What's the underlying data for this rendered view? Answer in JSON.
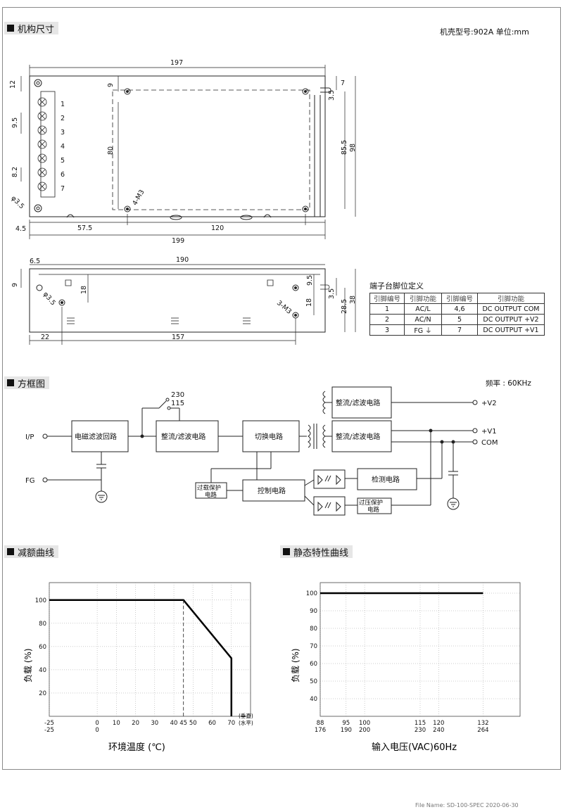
{
  "sections": {
    "mech": "机构尺寸",
    "block": "方框图",
    "derating": "减额曲线",
    "static": "静态特性曲线"
  },
  "mech": {
    "case_info": "机壳型号:902A 单位:mm",
    "top_dims": {
      "d197": "197",
      "d12": "12",
      "d9": "9",
      "d7": "7",
      "d3_5": "3.5",
      "d80": "80",
      "d85_5": "85.5",
      "d98": "98",
      "d9_5": "9.5",
      "d8_2": "8.2",
      "hole": "φ3.5",
      "m3": "4-M3",
      "d4_5": "4.5",
      "d57_5": "57.5",
      "d120": "120",
      "d199": "199"
    },
    "terminals": [
      "1",
      "2",
      "3",
      "4",
      "5",
      "6",
      "7"
    ],
    "side_dims": {
      "d6_5": "6.5",
      "d190": "190",
      "d9": "9",
      "d18a": "18",
      "hole": "φ3.5",
      "m3": "3-M3",
      "d9_5": "9.5",
      "d18b": "18",
      "d3_5": "3.5",
      "d28_5": "28.5",
      "d38": "38",
      "d22": "22",
      "d157": "157"
    }
  },
  "pin_table": {
    "title": "端子台脚位定义",
    "headers": [
      "引脚编号",
      "引脚功能",
      "引脚编号",
      "引脚功能"
    ],
    "rows": [
      [
        "1",
        "AC/L",
        "4,6",
        "DC OUTPUT COM"
      ],
      [
        "2",
        "AC/N",
        "5",
        "DC OUTPUT +V2"
      ],
      [
        "3",
        "FG ⏚",
        "7",
        "DC OUTPUT +V1"
      ]
    ]
  },
  "block_diagram": {
    "freq": "频率 : 60KHz",
    "input": "I/P",
    "fg": "FG",
    "v230": "230",
    "v115": "115",
    "emi": "电磁滤波回路",
    "rect1": "整流/滤波电路",
    "switch": "切换电路",
    "rect2": "整流/滤波电路",
    "rect3": "整流/滤波电路",
    "out_v2": "+V2",
    "out_v1": "+V1",
    "out_com": "COM",
    "olp_l1": "过载保护",
    "olp_l2": "电路",
    "control": "控制电路",
    "detect": "检测电路",
    "ovp_l1": "过压保护",
    "ovp_l2": "电路"
  },
  "chart_data": [
    {
      "type": "line",
      "ylabel": "负载 (%)",
      "xlabel": "环境温度 (℃)",
      "x_ticks_top": [
        "-25",
        "0",
        "10",
        "20",
        "30",
        "40",
        "45",
        "50",
        "60",
        "70"
      ],
      "x_ticks_bottom": [
        "-25",
        "0"
      ],
      "x_note_top": "(垂直)",
      "x_note_bottom": "(水平)",
      "y_ticks": [
        "100",
        "80",
        "60",
        "40",
        "20"
      ],
      "xlim": [
        -25,
        80
      ],
      "ylim": [
        0,
        115
      ],
      "series": [
        {
          "x": [
            -25,
            45,
            70,
            70
          ],
          "y": [
            100,
            100,
            50,
            0
          ]
        }
      ],
      "reference_line_x": 45,
      "grid": true
    },
    {
      "type": "line",
      "ylabel": "负载 (%)",
      "xlabel": "输入电压(VAC)60Hz",
      "x_ticks_top": [
        "88",
        "95",
        "100",
        "115",
        "120",
        "132"
      ],
      "x_ticks_bottom": [
        "176",
        "190",
        "200",
        "230",
        "240",
        "264"
      ],
      "y_ticks": [
        "100",
        "90",
        "80",
        "70",
        "60",
        "50",
        "40"
      ],
      "xlim": [
        88,
        142
      ],
      "ylim": [
        30,
        106
      ],
      "series": [
        {
          "x": [
            88,
            132
          ],
          "y": [
            100,
            100
          ]
        }
      ],
      "grid": true
    }
  ],
  "footer": "File Name: SD-100-SPEC 2020-06-30"
}
